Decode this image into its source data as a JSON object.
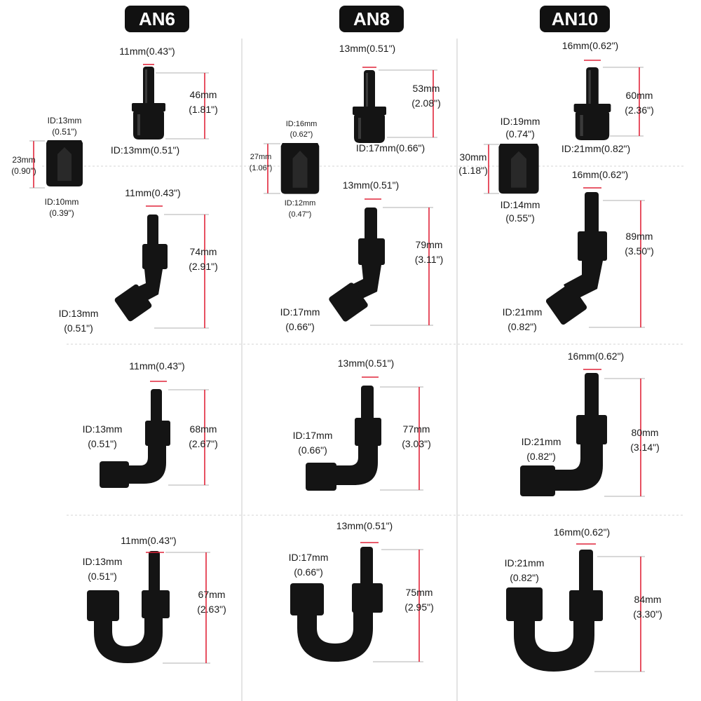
{
  "columns": [
    {
      "title": "AN6",
      "sleeve": {
        "top_id": [
          "ID:13mm",
          "(0.51\")"
        ],
        "height": [
          "23mm",
          "(0.90\")"
        ],
        "bottom_id": [
          "ID:10mm",
          "(0.39\")"
        ]
      },
      "straight": {
        "width": "11mm(0.43\")",
        "length": [
          "46mm",
          "(1.81\")"
        ],
        "id": "ID:13mm(0.51\")"
      },
      "deg45": {
        "width": "11mm(0.43\")",
        "length": [
          "74mm",
          "(2.91\")"
        ],
        "id": [
          "ID:13mm",
          "(0.51\")"
        ]
      },
      "deg90": {
        "width": "11mm(0.43\")",
        "length": [
          "68mm",
          "(2.67\")"
        ],
        "id": [
          "ID:13mm",
          "(0.51\")"
        ]
      },
      "deg180": {
        "width": "11mm(0.43\")",
        "length": [
          "67mm",
          "(2.63\")"
        ],
        "id": [
          "ID:13mm",
          "(0.51\")"
        ]
      }
    },
    {
      "title": "AN8",
      "sleeve": {
        "top_id": [
          "ID:16mm",
          "(0.62\")"
        ],
        "height": [
          "27mm",
          "(1.06\")"
        ],
        "bottom_id": [
          "ID:12mm",
          "(0.47\")"
        ]
      },
      "straight": {
        "width": "13mm(0.51\")",
        "length": [
          "53mm",
          "(2.08\")"
        ],
        "id": "ID:17mm(0.66\")"
      },
      "deg45": {
        "width": "13mm(0.51\")",
        "length": [
          "79mm",
          "(3.11\")"
        ],
        "id": [
          "ID:17mm",
          "(0.66\")"
        ]
      },
      "deg90": {
        "width": "13mm(0.51\")",
        "length": [
          "77mm",
          "(3.03\")"
        ],
        "id": [
          "ID:17mm",
          "(0.66\")"
        ]
      },
      "deg180": {
        "width": "13mm(0.51\")",
        "length": [
          "75mm",
          "(2.95\")"
        ],
        "id": [
          "ID:17mm",
          "(0.66\")"
        ]
      }
    },
    {
      "title": "AN10",
      "sleeve": {
        "top_id": [
          "ID:19mm",
          "(0.74\")"
        ],
        "height": [
          "30mm",
          "(1.18\")"
        ],
        "bottom_id": [
          "ID:14mm",
          "(0.55\")"
        ]
      },
      "straight": {
        "width": "16mm(0.62\")",
        "length": [
          "60mm",
          "(2.36\")"
        ],
        "id": "ID:21mm(0.82\")"
      },
      "deg45": {
        "width": "16mm(0.62\")",
        "length": [
          "89mm",
          "(3.50\")"
        ],
        "id": [
          "ID:21mm",
          "(0.82\")"
        ]
      },
      "deg90": {
        "width": "16mm(0.62\")",
        "length": [
          "80mm",
          "(3.14\")"
        ],
        "id": [
          "ID:21mm",
          "(0.82\")"
        ]
      },
      "deg180": {
        "width": "16mm(0.62\")",
        "length": [
          "84mm",
          "(3.30\")"
        ],
        "id": [
          "ID:21mm",
          "(0.82\")"
        ]
      }
    }
  ],
  "colors": {
    "dimension": "#e1253a",
    "part": "#141414",
    "header_bg": "#111111"
  }
}
